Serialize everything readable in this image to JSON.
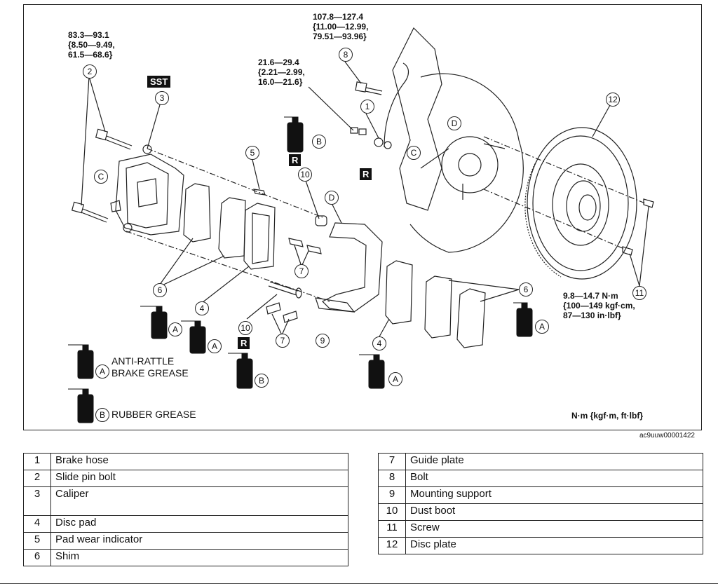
{
  "torque": {
    "t1": "83.3—93.1\n{8.50—9.49,\n61.5—68.6}",
    "t2": "107.8—127.4\n{11.00—12.99,\n79.51—93.96}",
    "t3": "21.6—29.4\n{2.21—2.99,\n16.0—21.6}",
    "t4": "9.8—14.7 N·m\n{100—149 kgf·cm,\n87—130 in·lbf}"
  },
  "badges": {
    "sst": "SST",
    "r": "R"
  },
  "callouts": [
    "1",
    "2",
    "3",
    "4",
    "5",
    "6",
    "7",
    "8",
    "9",
    "10",
    "11",
    "12"
  ],
  "grease_letters": {
    "a": "A",
    "b": "B",
    "c": "C",
    "d": "D"
  },
  "grease_word": "GREASE",
  "legend": {
    "a_label": "ANTI-RATTLE\nBRAKE GREASE",
    "b_label": "RUBBER GREASE"
  },
  "units_note": "N·m {kgf·m, ft·lbf}",
  "figure_ref": "ac9uuw00001422",
  "parts_left": [
    {
      "num": "1",
      "name": "Brake hose"
    },
    {
      "num": "2",
      "name": "Slide pin bolt"
    },
    {
      "num": "3",
      "name": "Caliper"
    },
    {
      "num": "4",
      "name": "Disc pad"
    },
    {
      "num": "5",
      "name": "Pad wear indicator"
    },
    {
      "num": "6",
      "name": "Shim"
    }
  ],
  "parts_right": [
    {
      "num": "7",
      "name": "Guide plate"
    },
    {
      "num": "8",
      "name": "Bolt"
    },
    {
      "num": "9",
      "name": "Mounting support"
    },
    {
      "num": "10",
      "name": "Dust boot"
    },
    {
      "num": "11",
      "name": "Screw"
    },
    {
      "num": "12",
      "name": "Disc plate"
    }
  ]
}
